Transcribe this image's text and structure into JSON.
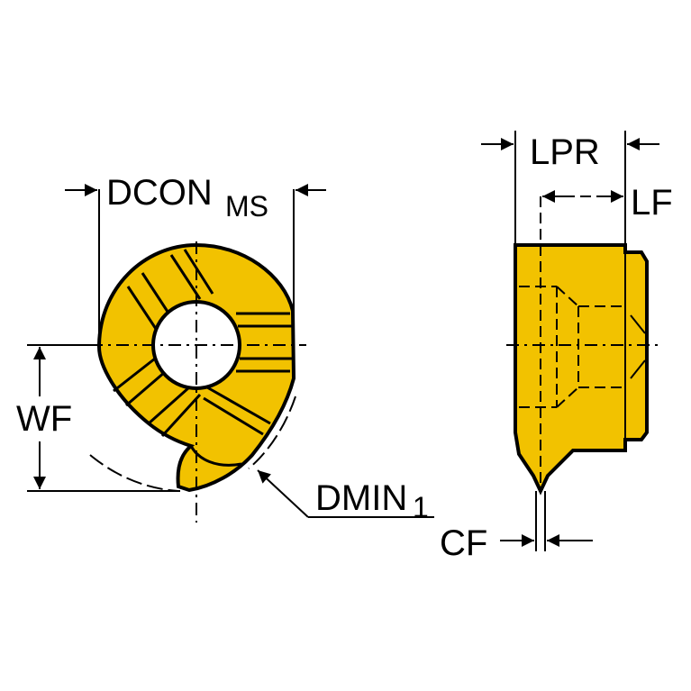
{
  "colors": {
    "insert_fill": "#F2C200",
    "line": "#000000",
    "background": "#FFFFFF"
  },
  "labels": {
    "dcon": "DCON",
    "dcon_sub": "MS",
    "wf": "WF",
    "dmin": "DMIN",
    "dmin_sub": "1",
    "lpr": "LPR",
    "lf": "LF",
    "cf": "CF"
  }
}
